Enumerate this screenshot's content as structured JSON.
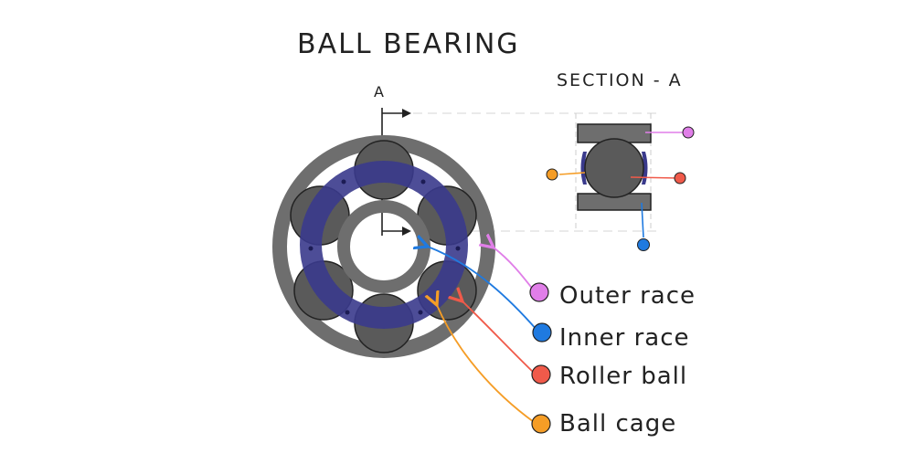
{
  "title": "BALL BEARING",
  "section_label": "SECTION - A",
  "section_marker": "A",
  "legend": [
    {
      "id": "outer",
      "label": "Outer race",
      "color": "#e07ee8"
    },
    {
      "id": "inner",
      "label": "Inner race",
      "color": "#1f7ae0"
    },
    {
      "id": "ball",
      "label": "Roller ball",
      "color": "#f05a4a"
    },
    {
      "id": "cage",
      "label": "Ball cage",
      "color": "#f59d26"
    }
  ],
  "colors": {
    "race": "#6e6e6e",
    "ball": "#5a5a5a",
    "cage": "#3a3a8c",
    "outline": "#222222"
  }
}
